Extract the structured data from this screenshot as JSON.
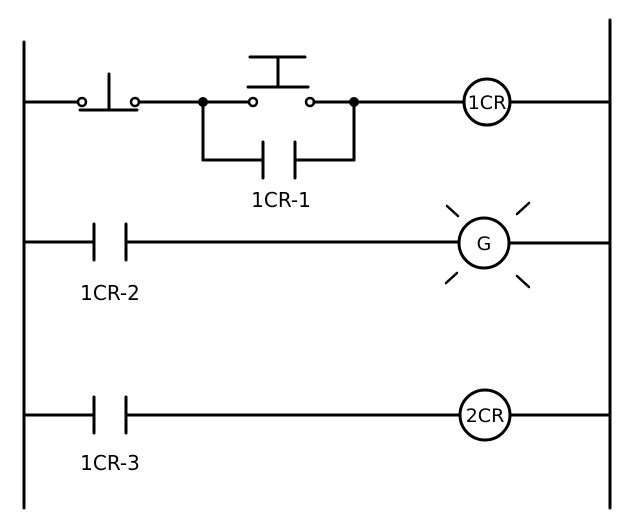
{
  "labels": {
    "coil_1": "1CR",
    "contact_1": "1CR-1",
    "lamp": "G",
    "contact_2": "1CR-2",
    "coil_2": "2CR",
    "contact_3": "1CR-3"
  }
}
